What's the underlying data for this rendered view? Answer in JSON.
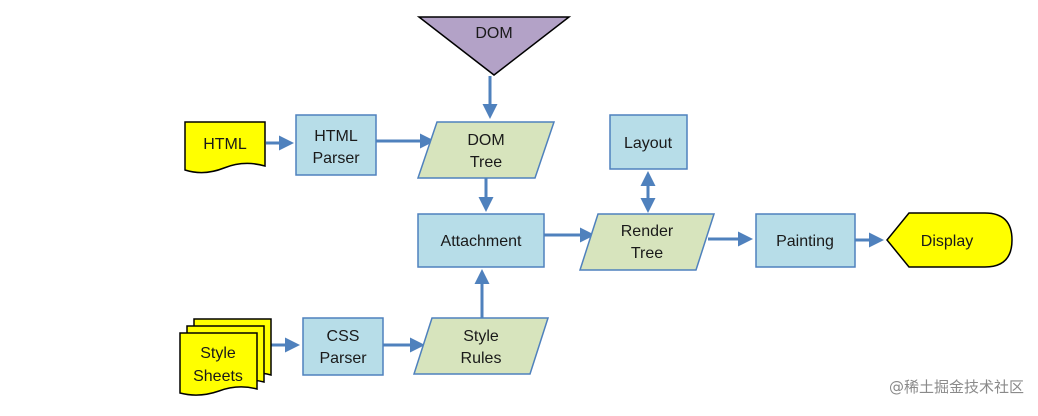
{
  "colors": {
    "process_fill": "#b7dde8",
    "process_stroke": "#4f81bd",
    "data_fill": "#d7e4bd",
    "data_stroke": "#4f81bd",
    "source_fill": "#ffff00",
    "dom_fill": "#b3a2c7",
    "arrow": "#4f81bd"
  },
  "nodes": {
    "dom": "DOM",
    "html": "HTML",
    "html_parser": [
      "HTML",
      "Parser"
    ],
    "dom_tree": [
      "DOM",
      "Tree"
    ],
    "layout": "Layout",
    "attachment": "Attachment",
    "render_tree": [
      "Render",
      "Tree"
    ],
    "painting": "Painting",
    "display": "Display",
    "style_sheets": [
      "Style",
      "Sheets"
    ],
    "css_parser": [
      "CSS",
      "Parser"
    ],
    "style_rules": [
      "Style",
      "Rules"
    ]
  },
  "watermark": "@稀土掘金技术社区"
}
